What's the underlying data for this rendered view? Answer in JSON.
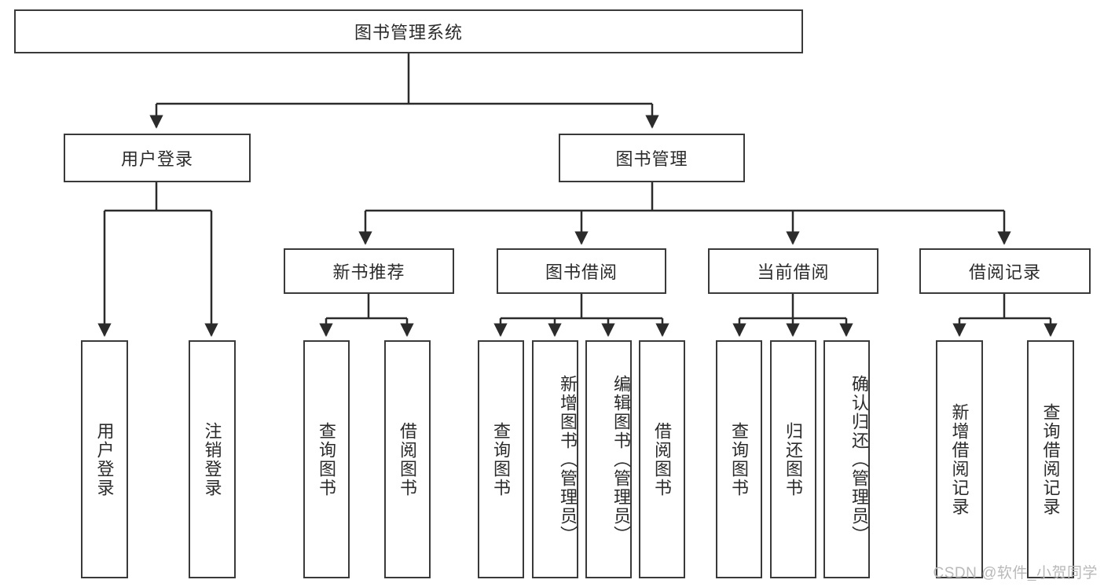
{
  "diagram": {
    "title": "图书管理系统",
    "type": "tree-hierarchy-diagram",
    "colors": {
      "border": "#3a3a3a",
      "background": "#ffffff",
      "text": "#2b2b2b",
      "watermark": "#b9b9b9"
    },
    "root": {
      "label": "图书管理系统"
    },
    "level2": [
      {
        "label": "用户登录"
      },
      {
        "label": "图书管理"
      }
    ],
    "level3": [
      {
        "label": "新书推荐"
      },
      {
        "label": "图书借阅"
      },
      {
        "label": "当前借阅"
      },
      {
        "label": "借阅记录"
      }
    ],
    "leaves": {
      "user_login": [
        {
          "label": "用户登录"
        },
        {
          "label": "注销登录"
        }
      ],
      "new_book": [
        {
          "label": "查询图书"
        },
        {
          "label": "借阅图书"
        }
      ],
      "book_borrow": [
        {
          "label": "查询图书"
        },
        {
          "label": "新增图书（管理员）"
        },
        {
          "label": "编辑图书（管理员）"
        },
        {
          "label": "借阅图书"
        }
      ],
      "current_borrow": [
        {
          "label": "查询图书"
        },
        {
          "label": "归还图书"
        },
        {
          "label": "确认归还（管理员）"
        }
      ],
      "borrow_record": [
        {
          "label": "新增借阅记录"
        },
        {
          "label": "查询借阅记录"
        }
      ]
    }
  },
  "watermark": {
    "text": "CSDN @软件_小贺同学"
  }
}
